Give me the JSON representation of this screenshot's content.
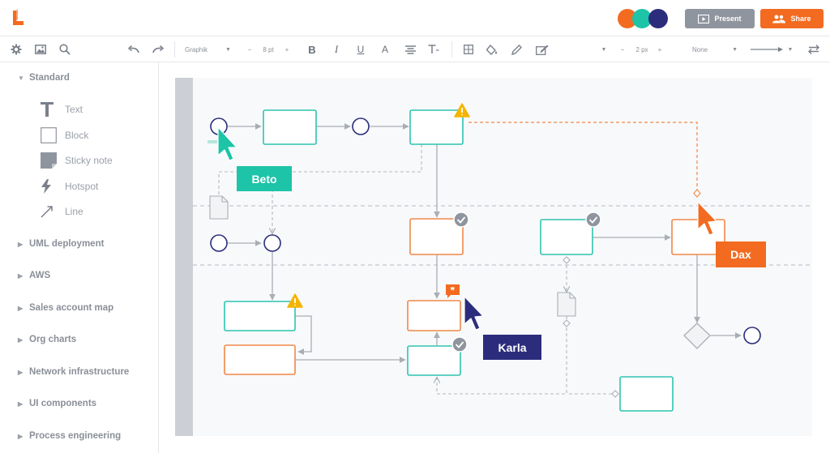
{
  "app": {
    "accent": "#f26b21",
    "logo_icon": "lucid-logo-icon"
  },
  "header": {
    "collaborators": [
      {
        "color": "#f26b21"
      },
      {
        "color": "#1dc4a7"
      },
      {
        "color": "#2b2d7c"
      }
    ],
    "present_label": "Present",
    "share_label": "Share"
  },
  "toolbar": {
    "font_name": "Graphik",
    "font_size": "8 pt",
    "line_width": "2 px",
    "line_endpoint": "None"
  },
  "sidebar": {
    "standard_label": "Standard",
    "shapes": [
      {
        "label": "Text",
        "icon": "text-icon"
      },
      {
        "label": "Block",
        "icon": "block-icon"
      },
      {
        "label": "Sticky note",
        "icon": "sticky-note-icon"
      },
      {
        "label": "Hotspot",
        "icon": "hotspot-icon"
      },
      {
        "label": "Line",
        "icon": "line-icon"
      }
    ],
    "libraries": [
      "UML deployment",
      "AWS",
      "Sales account map",
      "Org charts",
      "Network infrastructure",
      "UI components",
      "Process engineering"
    ]
  },
  "cursors": [
    {
      "name": "Beto",
      "color": "#1dc4a7"
    },
    {
      "name": "Dax",
      "color": "#f26b21"
    },
    {
      "name": "Karla",
      "color": "#2b2d7c"
    }
  ],
  "colors": {
    "teal": "#2ec4b0",
    "orange": "#f0884a",
    "navy": "#2b2d7c",
    "gray_line": "#a9aeb5",
    "warning": "#f5b400",
    "check": "#8f959e"
  }
}
